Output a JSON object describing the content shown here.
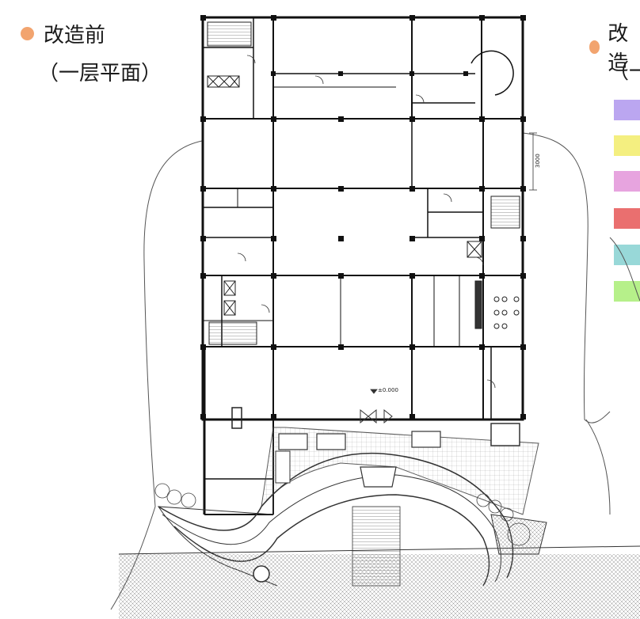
{
  "left_panel": {
    "title": "改造前",
    "subtitle": "（一层平面）",
    "bullet_color": "#f2a46f"
  },
  "right_panel": {
    "title": "改造",
    "subtitle": "（一",
    "bullet_color": "#f2a46f",
    "legend_swatches": [
      "#bba6f0",
      "#f4ef80",
      "#e7a4df",
      "#ea6f6f",
      "#98d8d8",
      "#b6f08a"
    ]
  },
  "plan_labels": {
    "elevation": "±0.000",
    "dimension": "3000"
  }
}
